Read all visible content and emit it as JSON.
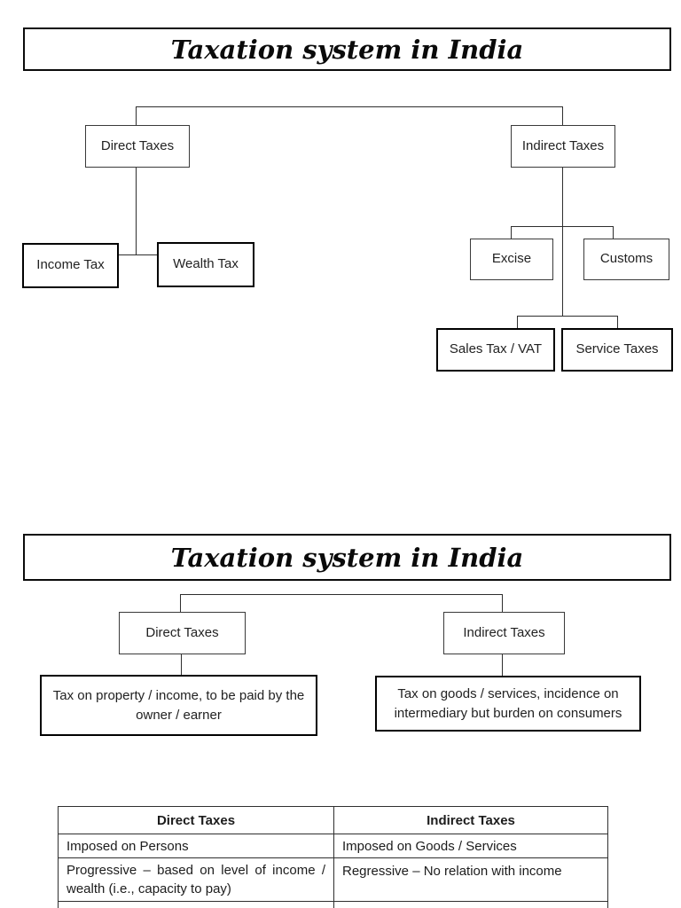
{
  "page1": {
    "title": "Taxation system in India",
    "nodes": {
      "direct": "Direct Taxes",
      "indirect": "Indirect Taxes",
      "income": "Income Tax",
      "wealth": "Wealth Tax",
      "excise": "Excise",
      "customs": "Customs",
      "sales": "Sales Tax / VAT",
      "service": "Service Taxes"
    }
  },
  "page2": {
    "title": "Taxation system in India",
    "nodes": {
      "direct": "Direct Taxes",
      "indirect": "Indirect Taxes",
      "direct_desc": "Tax on property / income, to be paid by the owner / earner",
      "indirect_desc": "Tax on goods / services, incidence on intermediary but burden on consumers"
    },
    "table": {
      "headers": [
        "Direct Taxes",
        "Indirect Taxes"
      ],
      "rows": [
        [
          "Imposed on Persons",
          "Imposed on Goods / Services"
        ],
        [
          "Progressive – based on level of income / wealth (i.e., capacity to pay)",
          "Regressive – No relation with income"
        ],
        [
          "",
          ""
        ]
      ]
    }
  },
  "colors": {
    "background": "#ffffff",
    "line": "#2e2e2e",
    "border": "#000000",
    "text": "#1a1a1a"
  }
}
